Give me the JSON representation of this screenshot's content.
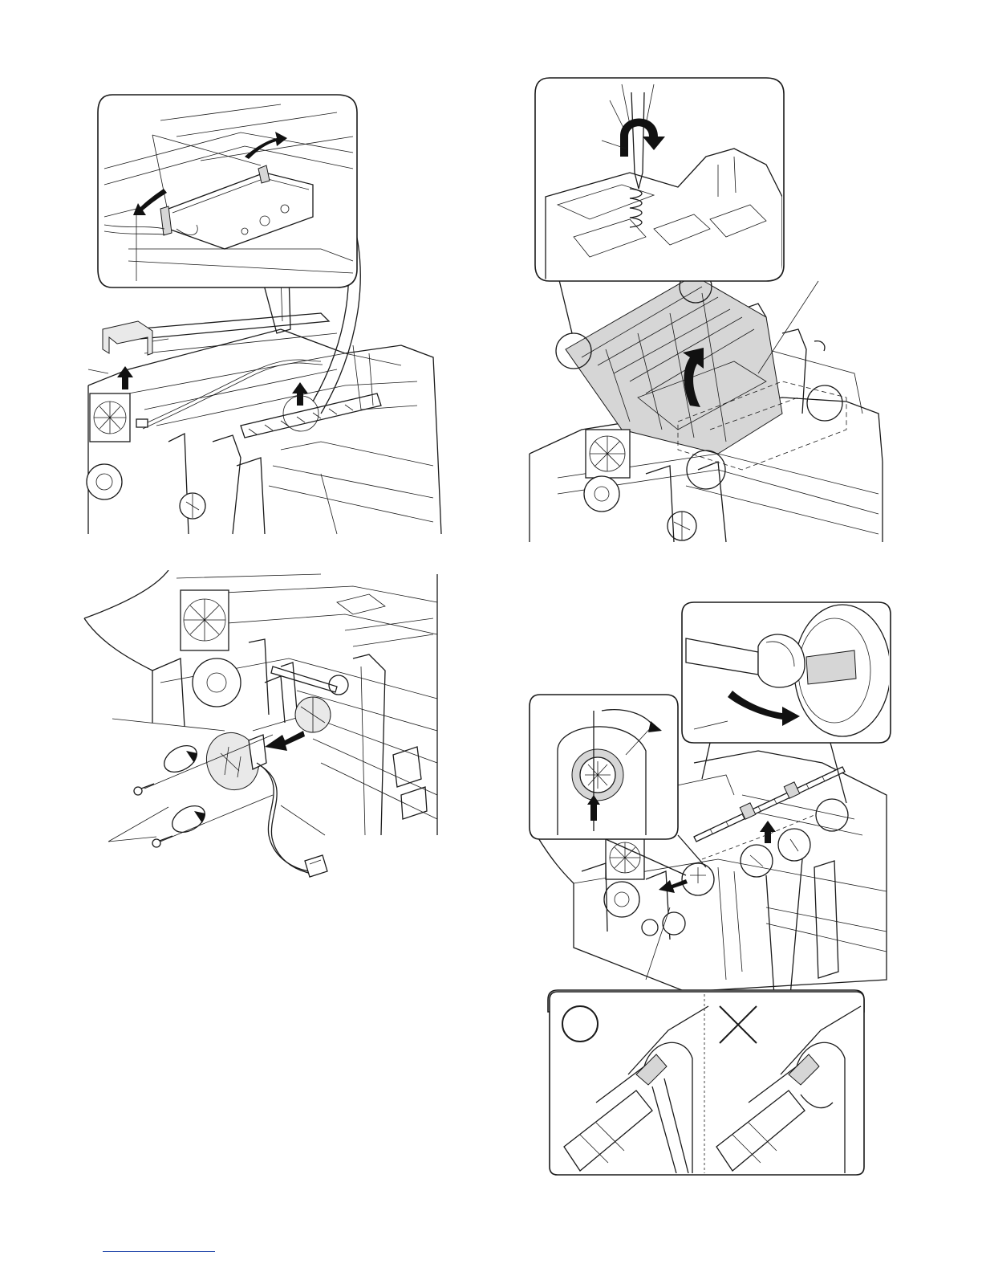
{
  "page": {
    "footer_rule_color": "#2b4fae"
  },
  "figures": [
    {
      "id": "fig-a",
      "icons": [
        "up-arrow-icon",
        "slide-arrow-icon"
      ]
    },
    {
      "id": "fig-b",
      "icons": [
        "rotate-arrow-icon",
        "lift-arrow-icon"
      ]
    },
    {
      "id": "fig-c",
      "icons": [
        "rotate-arrow-icon",
        "pull-arrow-icon",
        "screw-icon"
      ]
    },
    {
      "id": "fig-d",
      "icons": [
        "rotate-arrow-icon",
        "up-arrow-icon",
        "circle-correct-icon",
        "cross-incorrect-icon"
      ]
    }
  ]
}
